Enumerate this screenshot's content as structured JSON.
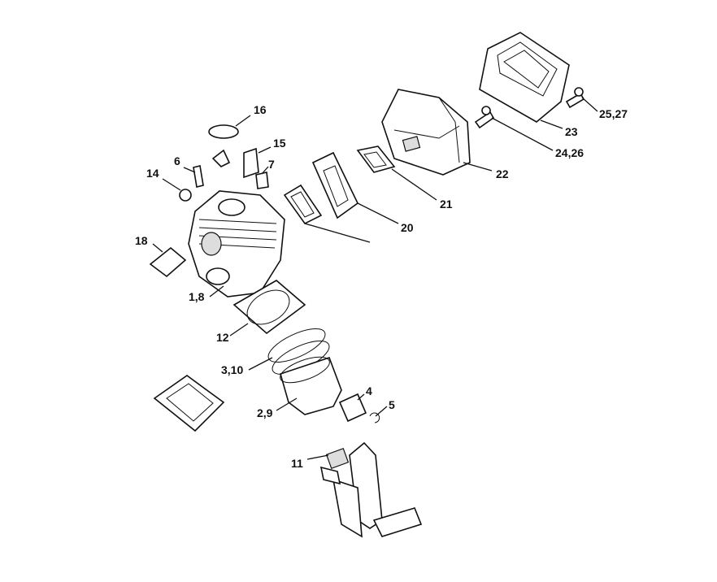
{
  "diagram": {
    "type": "exploded parts diagram",
    "labels": {
      "p16": "16",
      "p15": "15",
      "p6": "6",
      "p7": "7",
      "p14": "14",
      "p18": "18",
      "p1_8": "1,8",
      "p12": "12",
      "p3_10": "3,10",
      "p2_9": "2,9",
      "p4": "4",
      "p5": "5",
      "p11": "11",
      "p20": "20",
      "p21": "21",
      "p22": "22",
      "p23": "23",
      "p24_26": "24,26",
      "p25_27": "25,27"
    }
  }
}
